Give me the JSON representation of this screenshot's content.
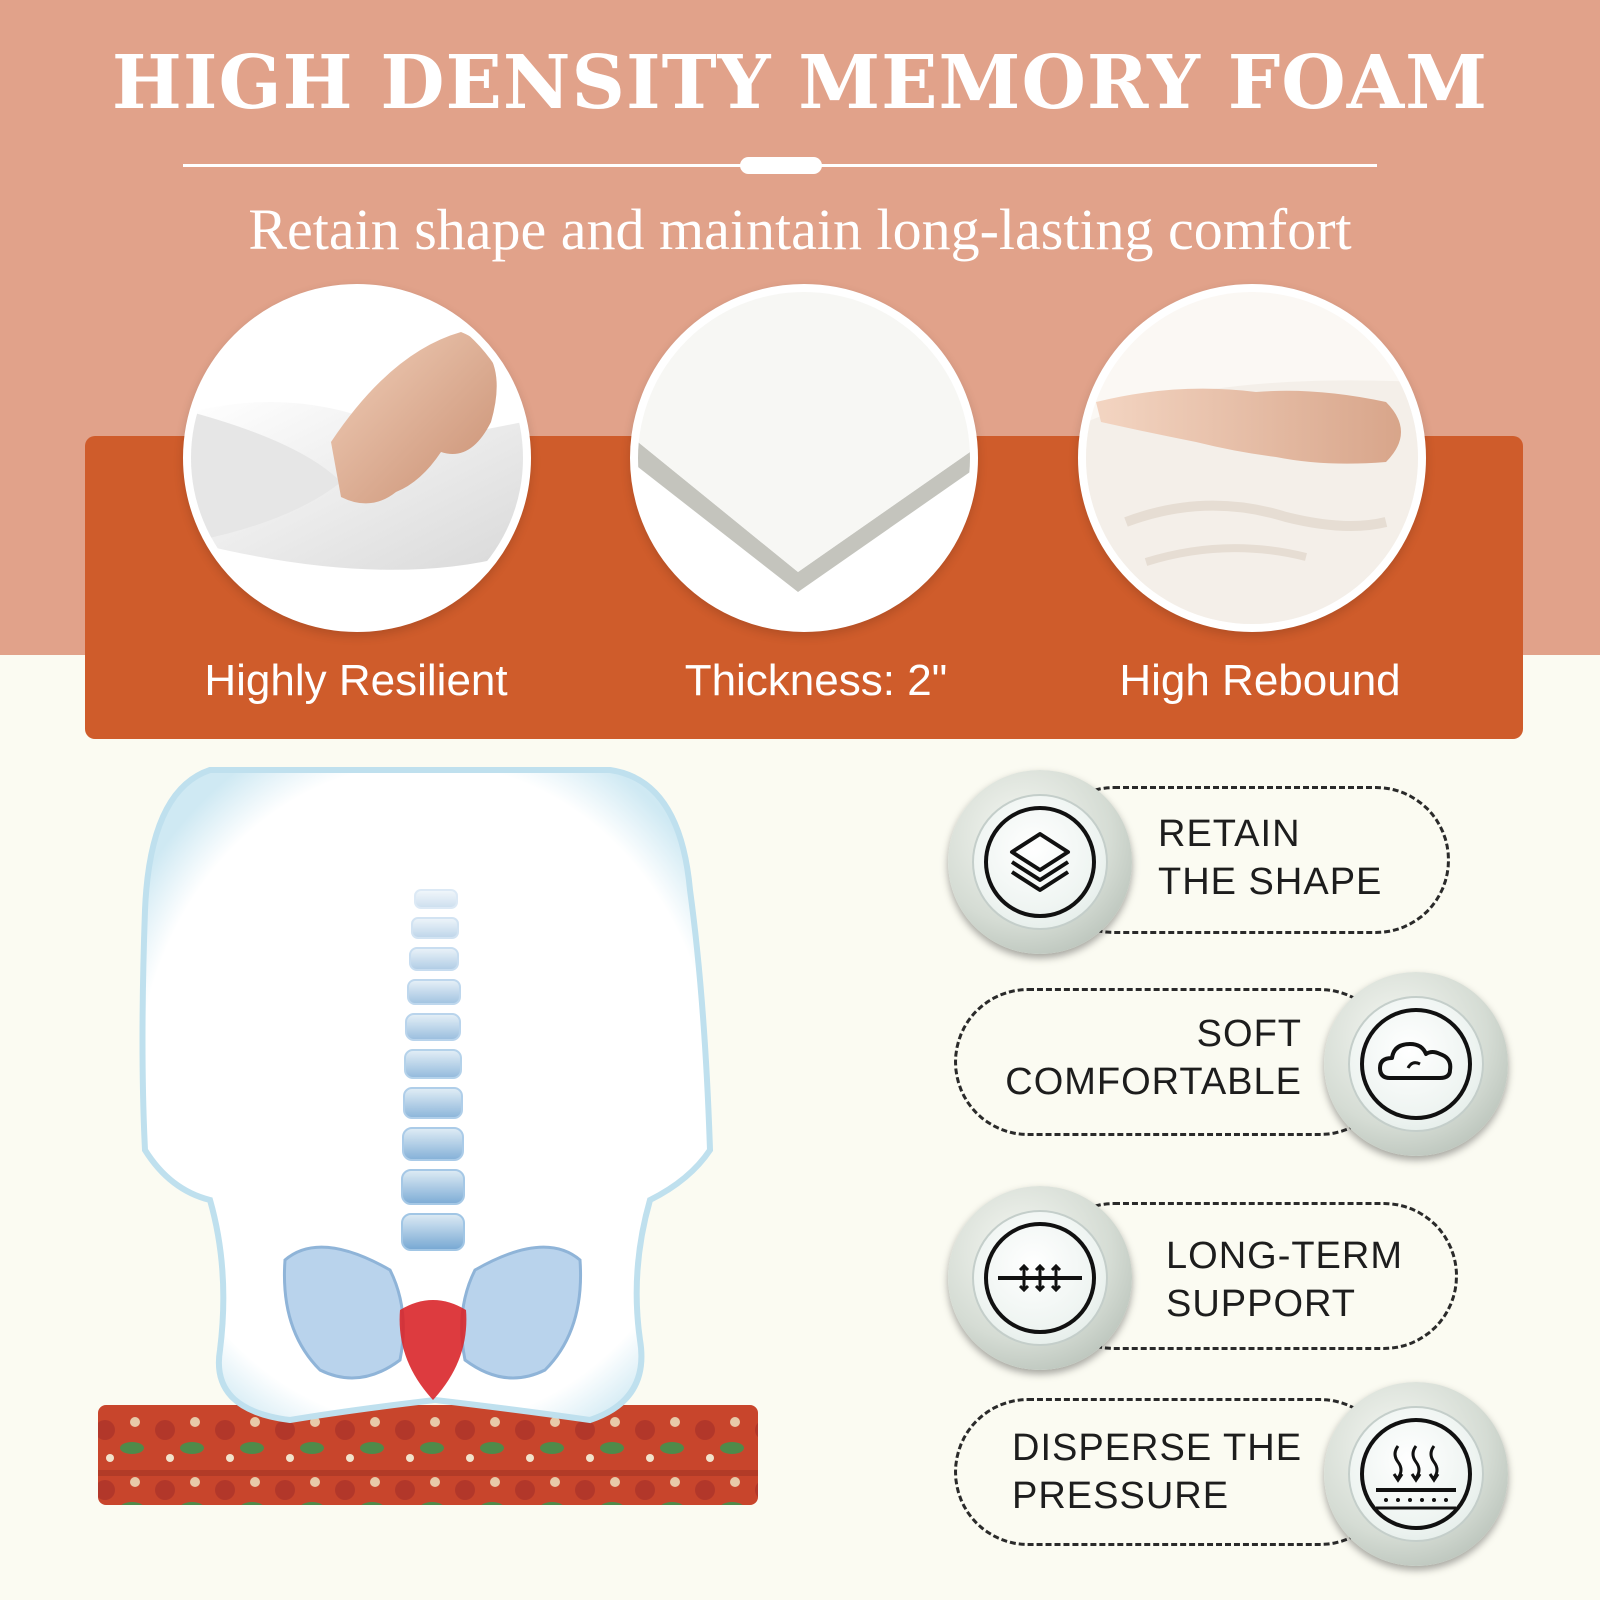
{
  "header": {
    "title": "HIGH DENSITY MEMORY FOAM",
    "subtitle": "Retain shape and maintain long-lasting comfort"
  },
  "features": [
    {
      "label": "Highly Resilient",
      "image": "foam-block-pressed-by-hand"
    },
    {
      "label": "Thickness: 2\"",
      "image": "foam-sheet-corner"
    },
    {
      "label": "High Rebound",
      "image": "hand-on-memory-foam"
    }
  ],
  "benefits": [
    {
      "line1": "RETAIN",
      "line2": "THE SHAPE",
      "icon": "layers-icon"
    },
    {
      "line1": "SOFT",
      "line2": "COMFORTABLE",
      "icon": "cloud-icon"
    },
    {
      "line1": "LONG-TERM",
      "line2": "SUPPORT",
      "icon": "support-arrows-icon"
    },
    {
      "line1": "DISPERSE THE",
      "line2": "PRESSURE",
      "icon": "heat-waves-icon"
    }
  ],
  "colors": {
    "top_background": "#e1a28a",
    "band": "#cf5c2b",
    "bottom_background": "#fbfbf2",
    "cushion": "#c8452c"
  }
}
